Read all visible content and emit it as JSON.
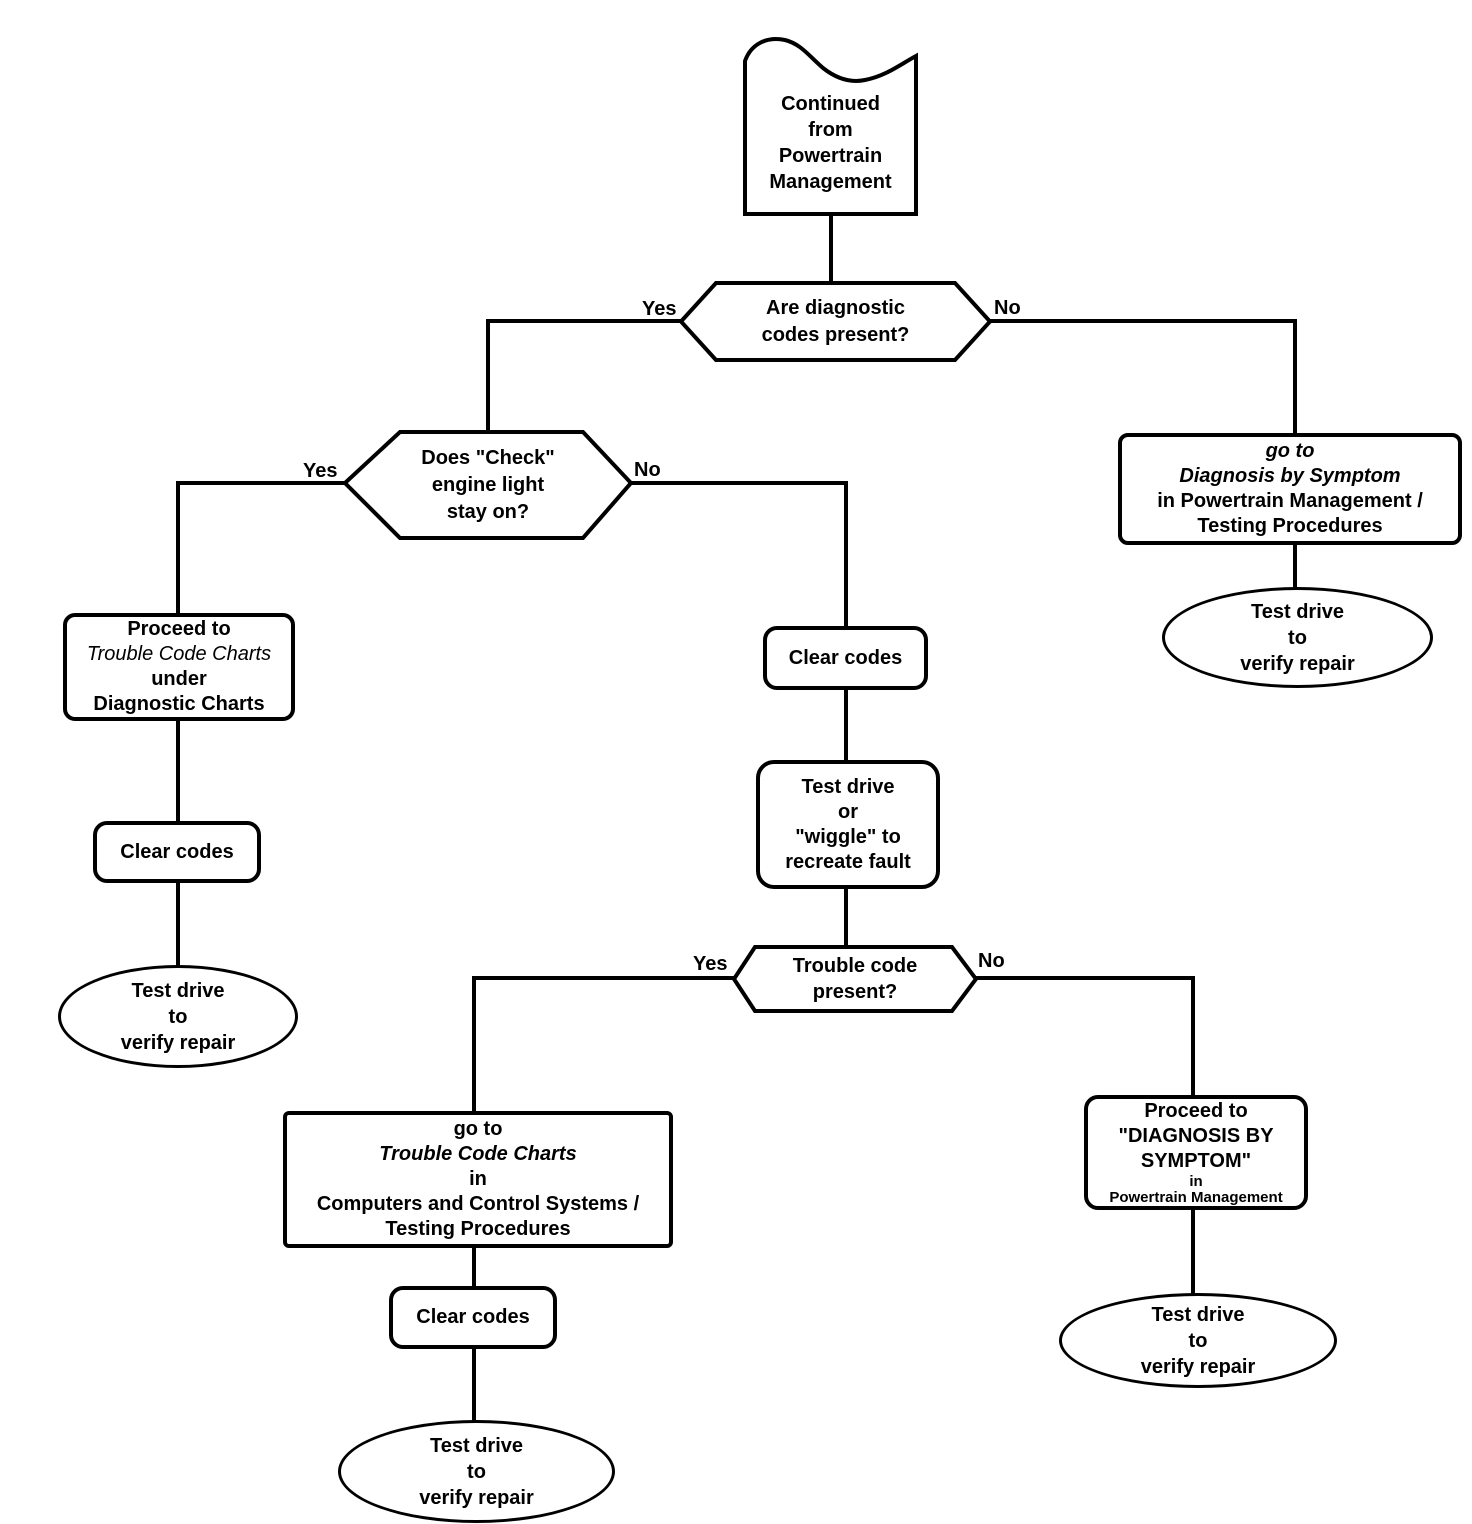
{
  "colors": {
    "ink": "#000000",
    "background": "#ffffff"
  },
  "nodes": {
    "continued_from": {
      "shape": "off-page-connector",
      "lines": [
        "Continued",
        "from",
        "Powertrain",
        "Management"
      ]
    },
    "are_codes_present": {
      "shape": "decision",
      "lines": [
        "Are diagnostic",
        "codes present?"
      ]
    },
    "check_engine_light": {
      "shape": "decision",
      "lines": [
        "Does \"Check\"",
        "engine light",
        "stay on?"
      ]
    },
    "goto_diagnosis_by_symptom": {
      "shape": "process",
      "lines": [
        "go to",
        "Diagnosis by Symptom",
        "in Powertrain Management /",
        "Testing Procedures"
      ]
    },
    "test_drive_verify_right": {
      "shape": "terminator",
      "lines": [
        "Test drive",
        "to",
        "verify repair"
      ]
    },
    "proceed_trouble_code_charts": {
      "shape": "process",
      "lines": [
        "Proceed to",
        "Trouble Code Charts",
        "under",
        "Diagnostic Charts"
      ]
    },
    "clear_codes_left": {
      "shape": "process",
      "lines": [
        "Clear codes"
      ]
    },
    "test_drive_verify_left": {
      "shape": "terminator",
      "lines": [
        "Test drive",
        "to",
        "verify repair"
      ]
    },
    "clear_codes_middle": {
      "shape": "process",
      "lines": [
        "Clear codes"
      ]
    },
    "test_drive_wiggle": {
      "shape": "process",
      "lines": [
        "Test drive",
        "or",
        "\"wiggle\" to",
        "recreate fault"
      ]
    },
    "trouble_code_present": {
      "shape": "decision",
      "lines": [
        "Trouble code",
        "present?"
      ]
    },
    "goto_trouble_code_charts": {
      "shape": "process",
      "lines": [
        "go to",
        "Trouble Code Charts",
        "in",
        "Computers and Control Systems /",
        "Testing Procedures"
      ]
    },
    "clear_codes_bottom": {
      "shape": "process",
      "lines": [
        "Clear codes"
      ]
    },
    "test_drive_verify_bottom": {
      "shape": "terminator",
      "lines": [
        "Test drive",
        "to",
        "verify repair"
      ]
    },
    "proceed_diagnosis_by_symptom": {
      "shape": "process",
      "lines": [
        "Proceed to",
        "\"DIAGNOSIS BY",
        "SYMPTOM\"",
        "in",
        "Powertrain Management"
      ]
    },
    "test_drive_verify_bottom_right": {
      "shape": "terminator",
      "lines": [
        "Test drive",
        "to",
        "verify repair"
      ]
    }
  },
  "branch_labels": {
    "are_codes_present_yes": "Yes",
    "are_codes_present_no": "No",
    "check_engine_light_yes": "Yes",
    "check_engine_light_no": "No",
    "trouble_code_present_yes": "Yes",
    "trouble_code_present_no": "No"
  }
}
